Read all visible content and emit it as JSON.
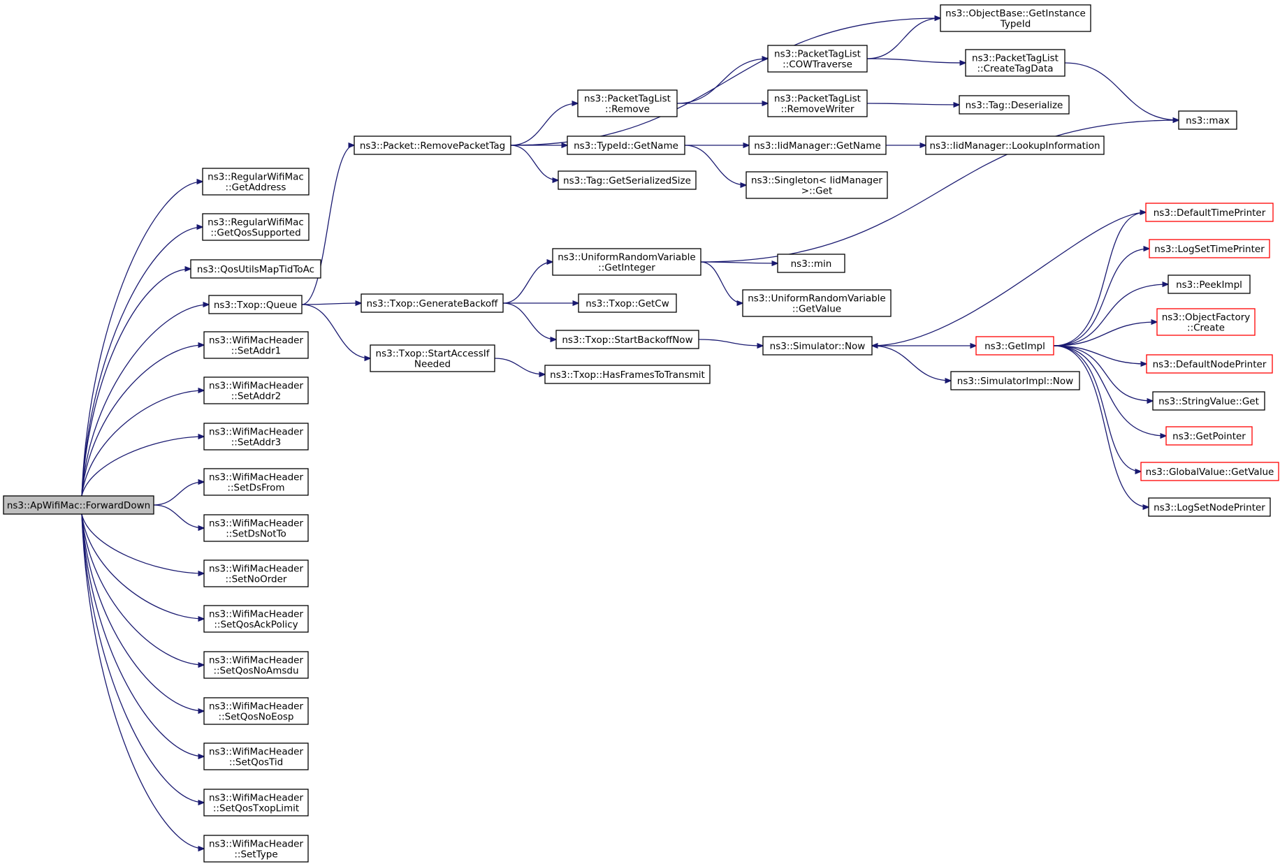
{
  "colors": {
    "edge": "#191970",
    "border": "#000000",
    "border_incomplete": "#ff0000",
    "root_fill": "#bfbfbf",
    "node_fill": "#ffffff"
  },
  "nodes": [
    {
      "id": "n_root",
      "lines": [
        "ns3::ApWifiMac::ForwardDown"
      ],
      "root": true
    },
    {
      "id": "n_getaddress",
      "lines": [
        "ns3::RegularWifiMac",
        "::GetAddress"
      ]
    },
    {
      "id": "n_getqossupported",
      "lines": [
        "ns3::RegularWifiMac",
        "::GetQosSupported"
      ]
    },
    {
      "id": "n_qosutilsmaptidtoac",
      "lines": [
        "ns3::QosUtilsMapTidToAc"
      ]
    },
    {
      "id": "n_txop_queue",
      "lines": [
        "ns3::Txop::Queue"
      ]
    },
    {
      "id": "n_setaddr1",
      "lines": [
        "ns3::WifiMacHeader",
        "::SetAddr1"
      ]
    },
    {
      "id": "n_setaddr2",
      "lines": [
        "ns3::WifiMacHeader",
        "::SetAddr2"
      ]
    },
    {
      "id": "n_setaddr3",
      "lines": [
        "ns3::WifiMacHeader",
        "::SetAddr3"
      ]
    },
    {
      "id": "n_setdsfrom",
      "lines": [
        "ns3::WifiMacHeader",
        "::SetDsFrom"
      ]
    },
    {
      "id": "n_setdsnotto",
      "lines": [
        "ns3::WifiMacHeader",
        "::SetDsNotTo"
      ]
    },
    {
      "id": "n_setnoorder",
      "lines": [
        "ns3::WifiMacHeader",
        "::SetNoOrder"
      ]
    },
    {
      "id": "n_setqosackpolicy",
      "lines": [
        "ns3::WifiMacHeader",
        "::SetQosAckPolicy"
      ]
    },
    {
      "id": "n_setqosnoamsdu",
      "lines": [
        "ns3::WifiMacHeader",
        "::SetQosNoAmsdu"
      ]
    },
    {
      "id": "n_setqosnoeosp",
      "lines": [
        "ns3::WifiMacHeader",
        "::SetQosNoEosp"
      ]
    },
    {
      "id": "n_setqostid",
      "lines": [
        "ns3::WifiMacHeader",
        "::SetQosTid"
      ]
    },
    {
      "id": "n_setqostxoplimit",
      "lines": [
        "ns3::WifiMacHeader",
        "::SetQosTxopLimit"
      ]
    },
    {
      "id": "n_settype",
      "lines": [
        "ns3::WifiMacHeader",
        "::SetType"
      ]
    },
    {
      "id": "n_removepackettag",
      "lines": [
        "ns3::Packet::RemovePacketTag"
      ]
    },
    {
      "id": "n_generatebackoff",
      "lines": [
        "ns3::Txop::GenerateBackoff"
      ]
    },
    {
      "id": "n_startaccessifneeded",
      "lines": [
        "ns3::Txop::StartAccessIf",
        "Needed"
      ]
    },
    {
      "id": "n_packettaglist_remove",
      "lines": [
        "ns3::PacketTagList",
        "::Remove"
      ]
    },
    {
      "id": "n_typeid_getname",
      "lines": [
        "ns3::TypeId::GetName"
      ]
    },
    {
      "id": "n_tag_getserializedsize",
      "lines": [
        "ns3::Tag::GetSerializedSize"
      ]
    },
    {
      "id": "n_getinstancetypeid",
      "lines": [
        "ns3::ObjectBase::GetInstance",
        "TypeId"
      ]
    },
    {
      "id": "n_cowtraverse",
      "lines": [
        "ns3::PacketTagList",
        "::COWTraverse"
      ]
    },
    {
      "id": "n_removewriter",
      "lines": [
        "ns3::PacketTagList",
        "::RemoveWriter"
      ]
    },
    {
      "id": "n_createtagdata",
      "lines": [
        "ns3::PacketTagList",
        "::CreateTagData"
      ]
    },
    {
      "id": "n_tag_deserialize",
      "lines": [
        "ns3::Tag::Deserialize"
      ]
    },
    {
      "id": "n_max",
      "lines": [
        "ns3::max"
      ]
    },
    {
      "id": "n_iidmanager_getname",
      "lines": [
        "ns3::IidManager::GetName"
      ]
    },
    {
      "id": "n_lookupinformation",
      "lines": [
        "ns3::IidManager::LookupInformation"
      ]
    },
    {
      "id": "n_singleton_get",
      "lines": [
        "ns3::Singleton< IidManager",
        ">::Get"
      ]
    },
    {
      "id": "n_urv_getinteger",
      "lines": [
        "ns3::UniformRandomVariable",
        "::GetInteger"
      ]
    },
    {
      "id": "n_txop_getcw",
      "lines": [
        "ns3::Txop::GetCw"
      ]
    },
    {
      "id": "n_startbackoffnow",
      "lines": [
        "ns3::Txop::StartBackoffNow"
      ]
    },
    {
      "id": "n_hasframestotransmit",
      "lines": [
        "ns3::Txop::HasFramesToTransmit"
      ]
    },
    {
      "id": "n_min",
      "lines": [
        "ns3::min"
      ]
    },
    {
      "id": "n_urv_getvalue",
      "lines": [
        "ns3::UniformRandomVariable",
        "::GetValue"
      ]
    },
    {
      "id": "n_simulator_now",
      "lines": [
        "ns3::Simulator::Now"
      ]
    },
    {
      "id": "n_getimpl",
      "lines": [
        "ns3::GetImpl"
      ],
      "incomplete": true
    },
    {
      "id": "n_simulatorimpl_now",
      "lines": [
        "ns3::SimulatorImpl::Now"
      ]
    },
    {
      "id": "n_defaulttimeprinter",
      "lines": [
        "ns3::DefaultTimePrinter"
      ],
      "incomplete": true
    },
    {
      "id": "n_logsettimeprinter",
      "lines": [
        "ns3::LogSetTimePrinter"
      ],
      "incomplete": true
    },
    {
      "id": "n_peekimpl",
      "lines": [
        "ns3::PeekImpl"
      ]
    },
    {
      "id": "n_objectfactory_create",
      "lines": [
        "ns3::ObjectFactory",
        "::Create"
      ],
      "incomplete": true
    },
    {
      "id": "n_defaultnodeprinter",
      "lines": [
        "ns3::DefaultNodePrinter"
      ],
      "incomplete": true
    },
    {
      "id": "n_stringvalue_get",
      "lines": [
        "ns3::StringValue::Get"
      ]
    },
    {
      "id": "n_getpointer",
      "lines": [
        "ns3::GetPointer"
      ],
      "incomplete": true
    },
    {
      "id": "n_globalvalue_getvalue",
      "lines": [
        "ns3::GlobalValue::GetValue"
      ],
      "incomplete": true
    },
    {
      "id": "n_logsetnodeprinter",
      "lines": [
        "ns3::LogSetNodePrinter"
      ]
    }
  ],
  "edges": [
    [
      "n_root",
      "n_getaddress"
    ],
    [
      "n_root",
      "n_getqossupported"
    ],
    [
      "n_root",
      "n_qosutilsmaptidtoac"
    ],
    [
      "n_root",
      "n_txop_queue"
    ],
    [
      "n_root",
      "n_setaddr1"
    ],
    [
      "n_root",
      "n_setaddr2"
    ],
    [
      "n_root",
      "n_setaddr3"
    ],
    [
      "n_root",
      "n_setdsfrom"
    ],
    [
      "n_root",
      "n_setdsnotto"
    ],
    [
      "n_root",
      "n_setnoorder"
    ],
    [
      "n_root",
      "n_setqosackpolicy"
    ],
    [
      "n_root",
      "n_setqosnoamsdu"
    ],
    [
      "n_root",
      "n_setqosnoeosp"
    ],
    [
      "n_root",
      "n_setqostid"
    ],
    [
      "n_root",
      "n_setqostxoplimit"
    ],
    [
      "n_root",
      "n_settype"
    ],
    [
      "n_txop_queue",
      "n_removepackettag"
    ],
    [
      "n_txop_queue",
      "n_generatebackoff"
    ],
    [
      "n_txop_queue",
      "n_startaccessifneeded"
    ],
    [
      "n_removepackettag",
      "n_getinstancetypeid"
    ],
    [
      "n_removepackettag",
      "n_packettaglist_remove"
    ],
    [
      "n_removepackettag",
      "n_typeid_getname"
    ],
    [
      "n_removepackettag",
      "n_tag_getserializedsize"
    ],
    [
      "n_packettaglist_remove",
      "n_cowtraverse"
    ],
    [
      "n_packettaglist_remove",
      "n_removewriter"
    ],
    [
      "n_cowtraverse",
      "n_getinstancetypeid"
    ],
    [
      "n_cowtraverse",
      "n_createtagdata"
    ],
    [
      "n_createtagdata",
      "n_max"
    ],
    [
      "n_removewriter",
      "n_tag_deserialize"
    ],
    [
      "n_typeid_getname",
      "n_iidmanager_getname"
    ],
    [
      "n_typeid_getname",
      "n_singleton_get"
    ],
    [
      "n_iidmanager_getname",
      "n_lookupinformation"
    ],
    [
      "n_generatebackoff",
      "n_urv_getinteger"
    ],
    [
      "n_generatebackoff",
      "n_txop_getcw"
    ],
    [
      "n_generatebackoff",
      "n_startbackoffnow"
    ],
    [
      "n_urv_getinteger",
      "n_max"
    ],
    [
      "n_urv_getinteger",
      "n_min"
    ],
    [
      "n_urv_getinteger",
      "n_urv_getvalue"
    ],
    [
      "n_startbackoffnow",
      "n_simulator_now"
    ],
    [
      "n_startaccessifneeded",
      "n_hasframestotransmit"
    ],
    [
      "n_simulator_now",
      "n_getimpl"
    ],
    [
      "n_simulator_now",
      "n_simulatorimpl_now"
    ],
    [
      "n_getimpl",
      "n_defaulttimeprinter"
    ],
    [
      "n_getimpl",
      "n_logsettimeprinter"
    ],
    [
      "n_getimpl",
      "n_peekimpl"
    ],
    [
      "n_getimpl",
      "n_objectfactory_create"
    ],
    [
      "n_getimpl",
      "n_defaultnodeprinter"
    ],
    [
      "n_getimpl",
      "n_stringvalue_get"
    ],
    [
      "n_getimpl",
      "n_getpointer"
    ],
    [
      "n_getimpl",
      "n_globalvalue_getvalue"
    ],
    [
      "n_getimpl",
      "n_logsetnodeprinter"
    ],
    [
      "n_defaulttimeprinter",
      "n_simulator_now"
    ]
  ]
}
